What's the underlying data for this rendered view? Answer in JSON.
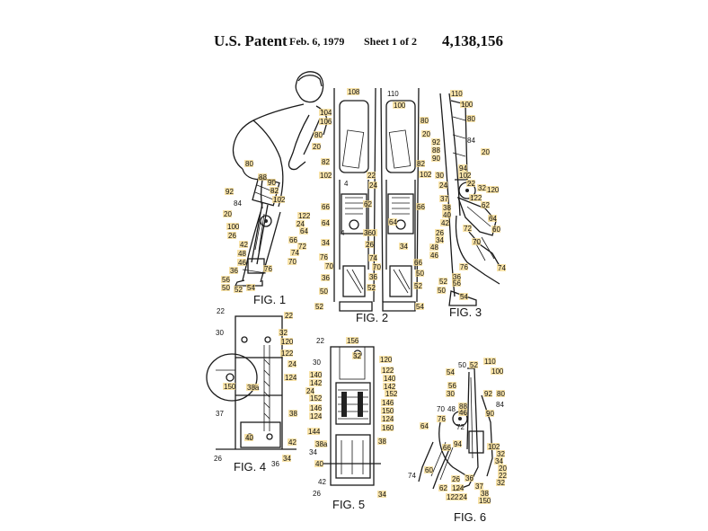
{
  "header": {
    "title": "U.S. Patent",
    "date": "Feb. 6, 1979",
    "sheet": "Sheet 1 of 2",
    "number": "4,138,156"
  },
  "figures": [
    {
      "label": "FIG. 1",
      "refs": [
        "80",
        "88",
        "90",
        "92",
        "82",
        "84",
        "102",
        "20",
        "122",
        "100",
        "24",
        "64",
        "26",
        "66",
        "72",
        "42",
        "74",
        "48",
        "70",
        "46",
        "36",
        "76",
        "56",
        "50",
        "52",
        "54"
      ]
    },
    {
      "label": "FIG. 2",
      "refs": [
        "108",
        "110",
        "104",
        "100",
        "106",
        "80",
        "80",
        "20",
        "20",
        "82",
        "82",
        "102",
        "102",
        "22",
        "4",
        "24",
        "62",
        "66",
        "66",
        "64",
        "64",
        "360",
        "4",
        "34",
        "26",
        "34",
        "76",
        "74",
        "70",
        "70",
        "66",
        "36",
        "50",
        "50",
        "52",
        "52",
        "54"
      ]
    },
    {
      "label": "FIG. 3",
      "refs": [
        "110",
        "100",
        "80",
        "92",
        "84",
        "88",
        "20",
        "90",
        "94",
        "30",
        "102",
        "24",
        "22",
        "32",
        "120",
        "37",
        "122",
        "38",
        "62",
        "40",
        "64",
        "42",
        "60",
        "26",
        "72",
        "34",
        "48",
        "70",
        "46",
        "76",
        "36",
        "56",
        "50",
        "52",
        "74",
        "54"
      ]
    },
    {
      "label": "FIG. 4",
      "refs": [
        "22",
        "22",
        "30",
        "32",
        "120",
        "122",
        "24",
        "124",
        "150",
        "38a",
        "37",
        "38",
        "40",
        "42",
        "26",
        "36",
        "34"
      ]
    },
    {
      "label": "FIG. 5",
      "refs": [
        "22",
        "156",
        "30",
        "32",
        "120",
        "140",
        "122",
        "142",
        "140",
        "24",
        "142",
        "152",
        "152",
        "146",
        "146",
        "124",
        "150",
        "124",
        "144",
        "160",
        "38a",
        "38",
        "34",
        "40",
        "42",
        "26",
        "34"
      ]
    },
    {
      "label": "FIG. 6",
      "refs": [
        "50",
        "52",
        "110",
        "54",
        "100",
        "56",
        "30",
        "92",
        "80",
        "88",
        "84",
        "70",
        "48",
        "46",
        "76",
        "90",
        "64",
        "72",
        "66",
        "94",
        "102",
        "32",
        "34",
        "74",
        "60",
        "26",
        "36",
        "20",
        "62",
        "124",
        "37",
        "22",
        "122",
        "24",
        "38",
        "150"
      ]
    }
  ]
}
